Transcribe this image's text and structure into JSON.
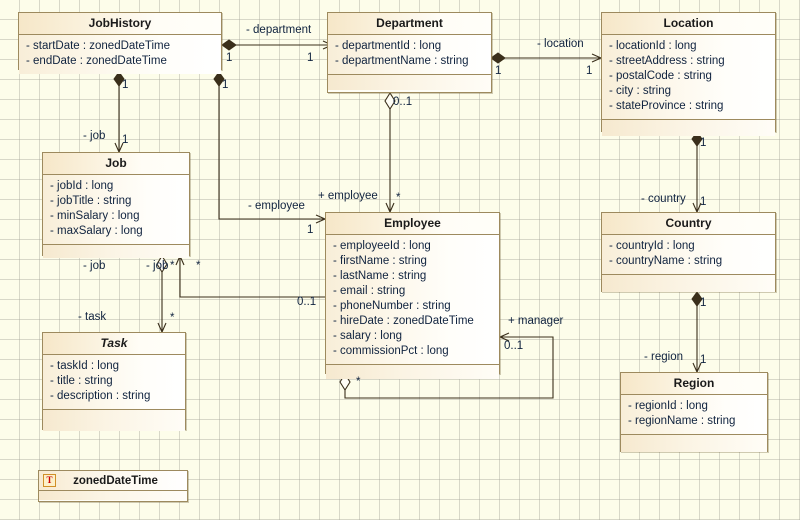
{
  "diagram": {
    "title": "UML class diagram",
    "background_color": "#fdfdea",
    "grid_color": "#aaaaa0",
    "box_border_color": "#9d8a5e",
    "text_color": "#10233f",
    "line_color": "#3a2f1b"
  },
  "classes": [
    {
      "id": "jobhistory",
      "name": "JobHistory",
      "abstract": false,
      "attributes": [
        "- startDate : zonedDateTime",
        "- endDate : zonedDateTime"
      ],
      "has_operations_compartment": false
    },
    {
      "id": "department",
      "name": "Department",
      "abstract": false,
      "attributes": [
        "- departmentId : long",
        "- departmentName : string"
      ],
      "has_operations_compartment": true
    },
    {
      "id": "location",
      "name": "Location",
      "abstract": false,
      "attributes": [
        "- locationId : long",
        "- streetAddress : string",
        "- postalCode : string",
        "- city : string",
        "- stateProvince : string"
      ],
      "has_operations_compartment": true
    },
    {
      "id": "job",
      "name": "Job",
      "abstract": false,
      "attributes": [
        "- jobId : long",
        "- jobTitle : string",
        "- minSalary : long",
        "- maxSalary : long"
      ],
      "has_operations_compartment": true
    },
    {
      "id": "employee",
      "name": "Employee",
      "abstract": false,
      "attributes": [
        "- employeeId : long",
        "- firstName : string",
        "- lastName : string",
        "- email : string",
        "- phoneNumber : string",
        "- hireDate : zonedDateTime",
        "- salary : long",
        "- commissionPct : long"
      ],
      "has_operations_compartment": true
    },
    {
      "id": "country",
      "name": "Country",
      "abstract": false,
      "attributes": [
        "- countryId : long",
        "- countryName : string"
      ],
      "has_operations_compartment": true
    },
    {
      "id": "task",
      "name": "Task",
      "abstract": true,
      "attributes": [
        "- taskId : long",
        "- title : string",
        "- description : string"
      ],
      "has_operations_compartment": true
    },
    {
      "id": "region",
      "name": "Region",
      "abstract": false,
      "attributes": [
        "- regionId : long",
        "- regionName : string"
      ],
      "has_operations_compartment": true
    }
  ],
  "datatype": {
    "id": "zoneddatetime",
    "badge": "T",
    "badge_icon": "datatype-icon",
    "name": "zonedDateTime"
  },
  "edges": [
    {
      "id": "jobhistory-department",
      "role": "- department",
      "source_mult": "1",
      "target_mult": "1",
      "source": "jobhistory",
      "target": "department"
    },
    {
      "id": "department-location",
      "role": "- location",
      "source_mult": "1",
      "target_mult": "1",
      "source": "department",
      "target": "location"
    },
    {
      "id": "jobhistory-job",
      "role": "- job",
      "source_mult": "1",
      "target_mult": "1",
      "source": "jobhistory",
      "target": "job"
    },
    {
      "id": "jobhistory-employee",
      "role": "- employee",
      "source_mult": "1",
      "target_mult": "1",
      "source": "jobhistory",
      "target": "employee"
    },
    {
      "id": "department-employee",
      "role": "+ employee",
      "source_mult": "0..1",
      "target_mult": "*",
      "source": "department",
      "target": "employee"
    },
    {
      "id": "location-country",
      "role": "- country",
      "source_mult": "1",
      "target_mult": "1",
      "source": "location",
      "target": "country"
    },
    {
      "id": "country-region",
      "role": "- region",
      "source_mult": "1",
      "target_mult": "1",
      "source": "country",
      "target": "region"
    },
    {
      "id": "job-task",
      "role_source": "- job",
      "role_target": "- task",
      "source_mult": "*",
      "target_mult": "*",
      "source": "job",
      "target": "task"
    },
    {
      "id": "employee-job",
      "role": "- job",
      "source_mult": "*",
      "target_mult": "0..1",
      "source": "employee",
      "target": "job"
    },
    {
      "id": "employee-manager",
      "role": "+ manager",
      "source_mult": "*",
      "target_mult": "0..1",
      "source": "employee",
      "target": "employee"
    }
  ],
  "labels": {
    "department": "- department",
    "location": "- location",
    "job_top": "- job",
    "employee_left": "- employee",
    "employee_plus": "+ employee",
    "country": "- country",
    "region": "- region",
    "job_left": "- job",
    "job_right": "- job",
    "task": "- task",
    "manager": "+ manager"
  },
  "multiplicities": {
    "jh_dept_src": "1",
    "jh_dept_tgt": "1",
    "dept_loc_src": "1",
    "dept_loc_tgt": "1",
    "jh_job_src": "1",
    "jh_job_tgt": "1",
    "jh_emp_src": "1",
    "jh_emp_tgt": "1",
    "dept_emp_src": "0..1",
    "dept_emp_tgt": "*",
    "loc_country_src": "1",
    "loc_country_tgt": "1",
    "country_region_src": "1",
    "country_region_tgt": "1",
    "job_task_src": "*",
    "job_task_tgt": "*",
    "emp_job_src": "*",
    "emp_job_tgt": "0..1",
    "emp_mgr_src": "*",
    "emp_mgr_tgt": "0..1"
  }
}
